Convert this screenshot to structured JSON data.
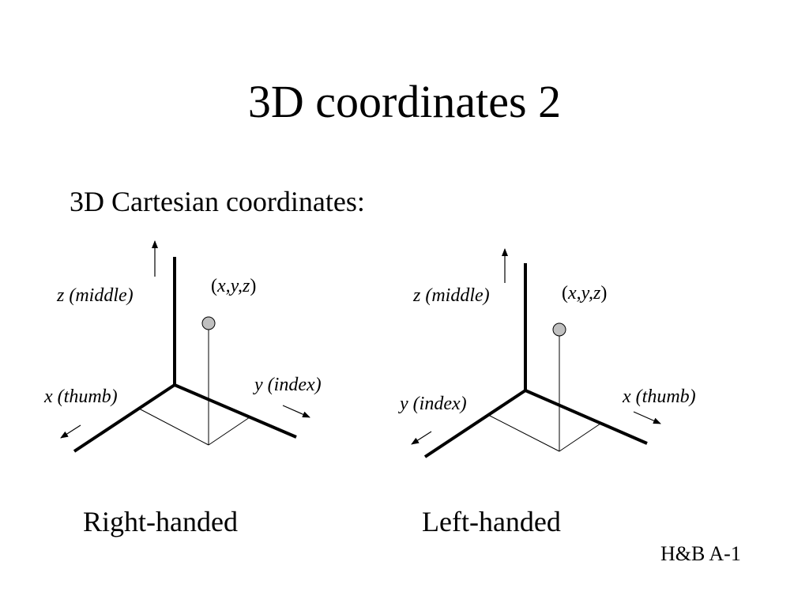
{
  "slide": {
    "title": "3D coordinates 2",
    "subtitle": "3D Cartesian coordinates:",
    "credit": "H&B A-1"
  },
  "diagrams": [
    {
      "caption": "Right-handed",
      "z_label": "z (middle)",
      "x_label": "x (thumb)",
      "y_label": "y (index)",
      "point_label_open": "(",
      "point_label_vars": "x,y,z",
      "point_label_close": ")"
    },
    {
      "caption": "Left-handed",
      "z_label": "z (middle)",
      "x_label": "x (thumb)",
      "y_label": "y (index)",
      "point_label_open": "(",
      "point_label_vars": "x,y,z",
      "point_label_close": ")"
    }
  ],
  "colors": {
    "ink": "#000000",
    "point_fill": "#c0c0c0"
  }
}
